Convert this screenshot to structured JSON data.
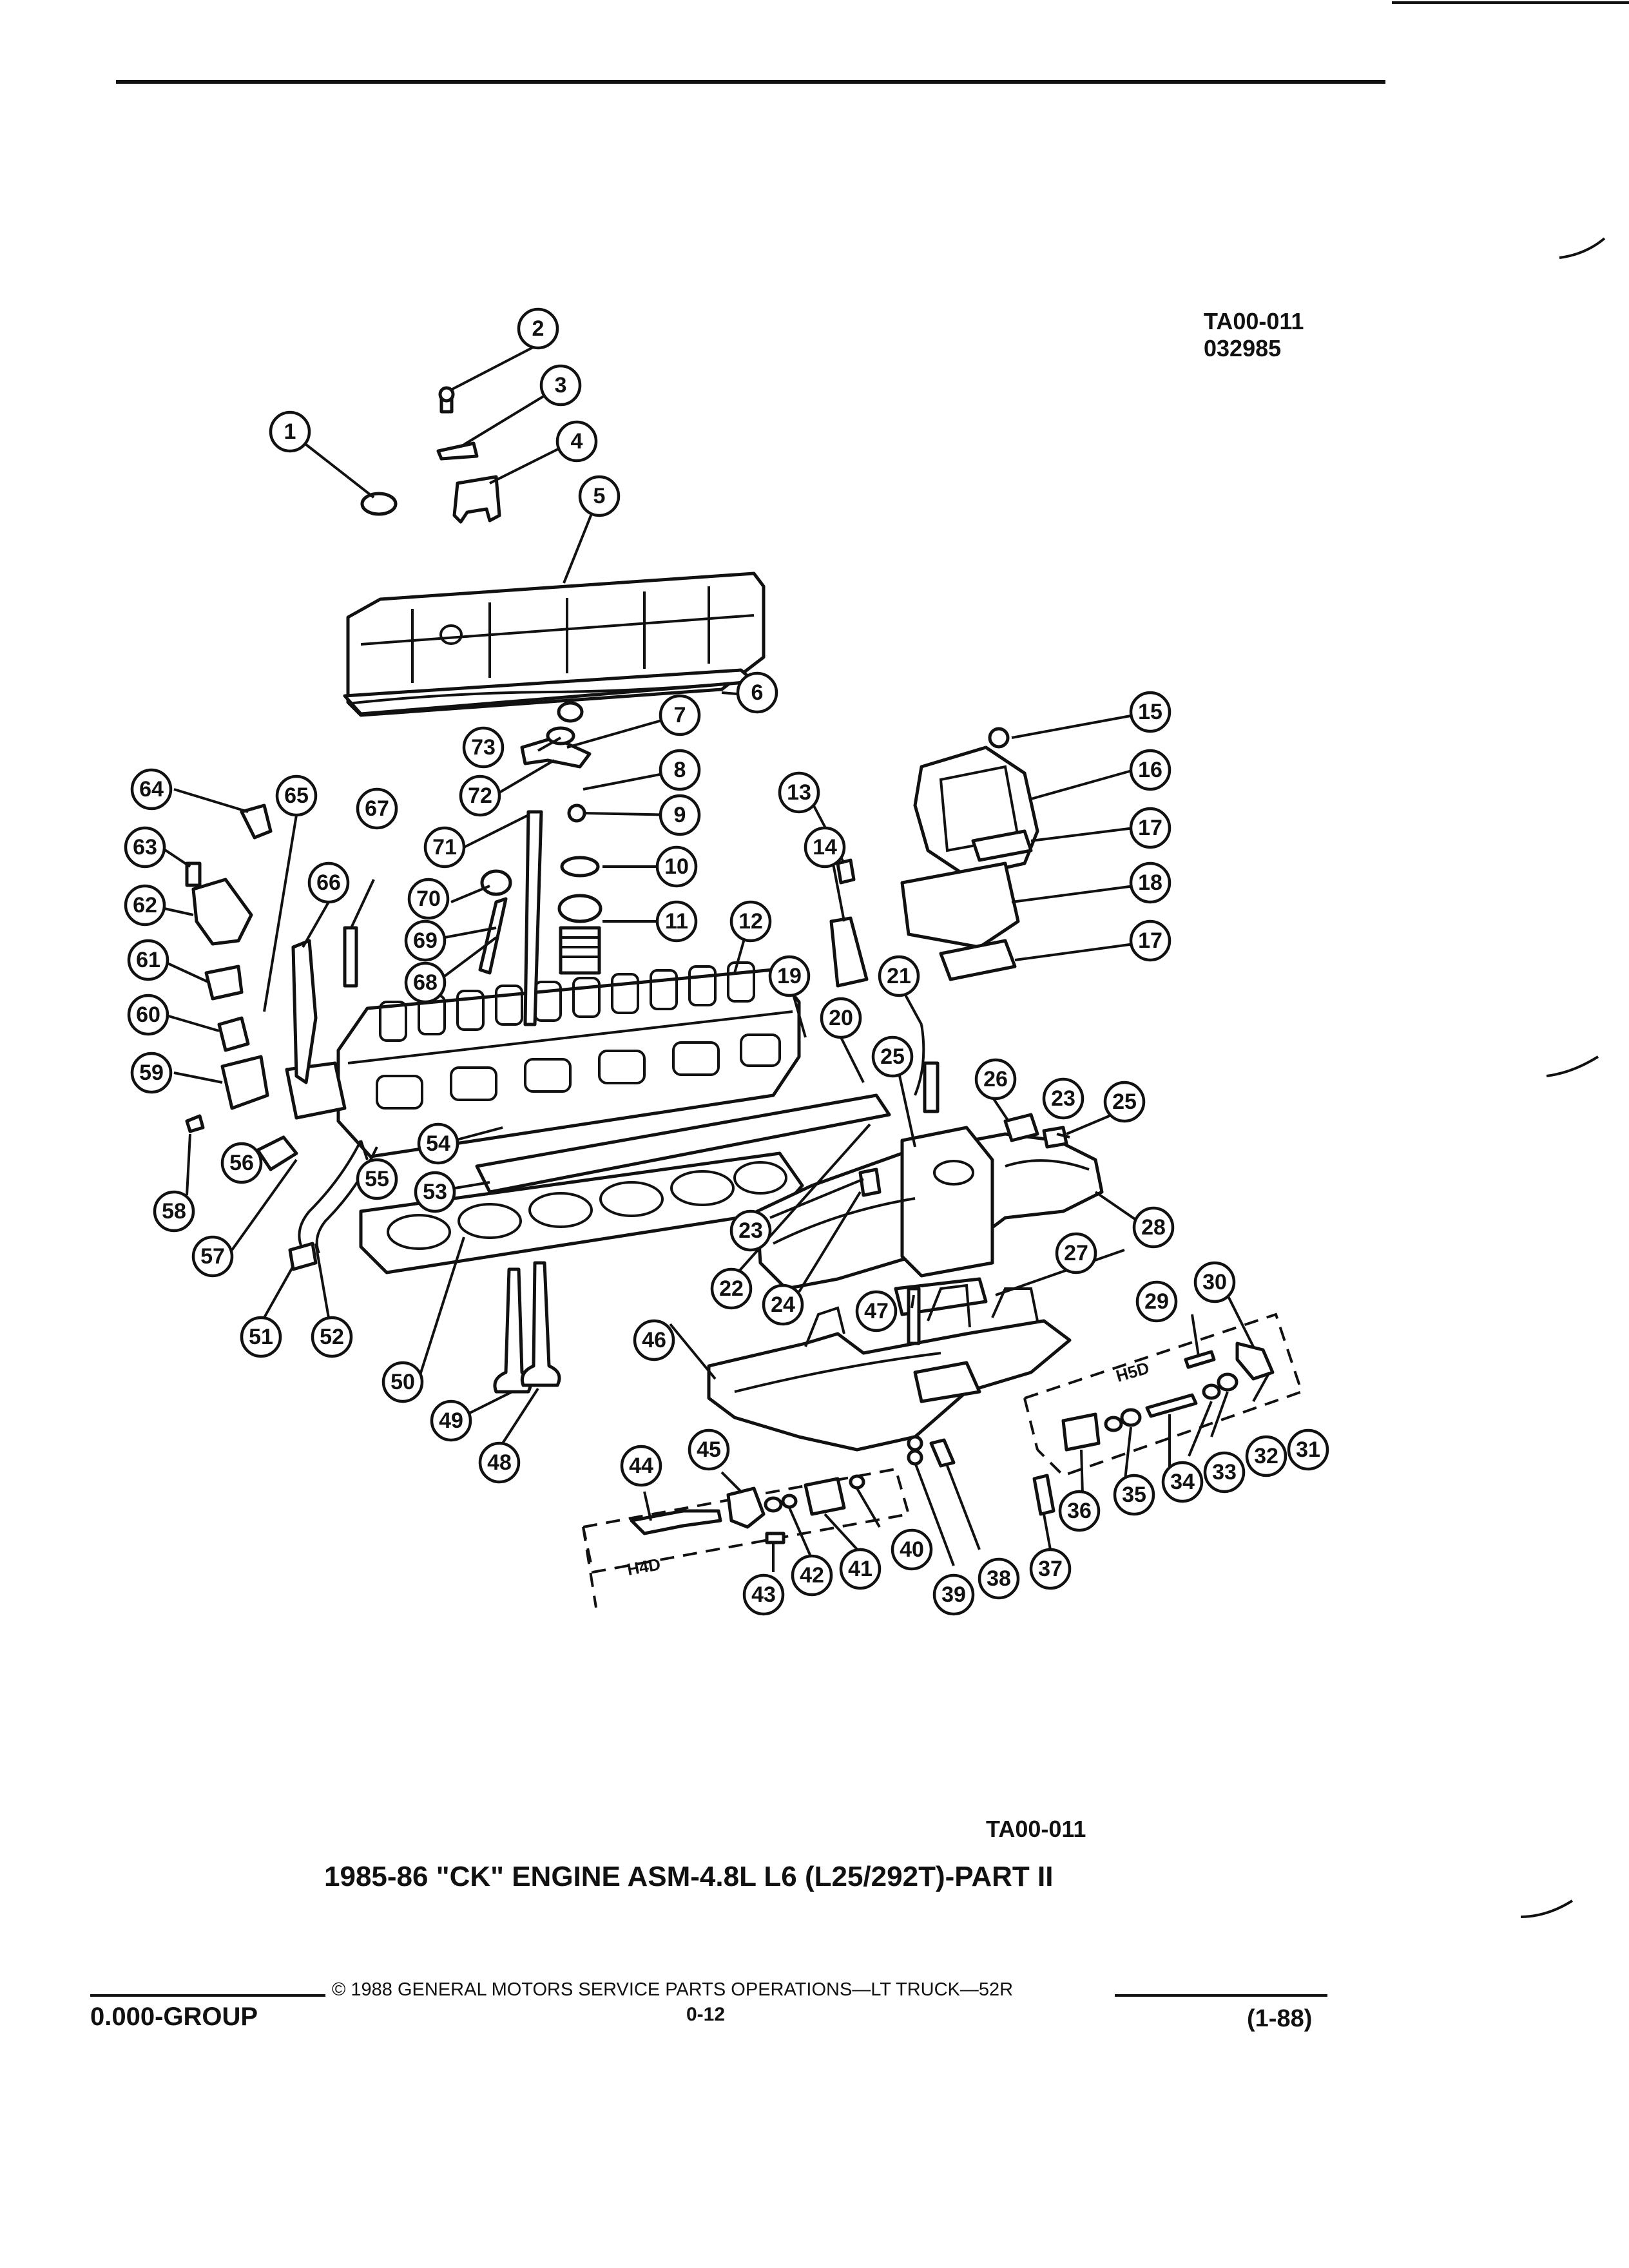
{
  "header": {
    "code": "TA00-011",
    "date_code": "032985"
  },
  "diagram": {
    "kit_labels": [
      "H5D",
      "H4D"
    ],
    "callouts": [
      "1",
      "2",
      "3",
      "4",
      "5",
      "6",
      "7",
      "8",
      "9",
      "10",
      "11",
      "12",
      "13",
      "14",
      "15",
      "16",
      "17",
      "17",
      "18",
      "19",
      "20",
      "21",
      "22",
      "23",
      "23",
      "24",
      "25",
      "25",
      "26",
      "27",
      "28",
      "29",
      "30",
      "31",
      "32",
      "33",
      "34",
      "35",
      "36",
      "37",
      "38",
      "39",
      "40",
      "41",
      "42",
      "43",
      "44",
      "45",
      "46",
      "47",
      "48",
      "49",
      "50",
      "51",
      "52",
      "53",
      "54",
      "55",
      "56",
      "57",
      "58",
      "59",
      "60",
      "61",
      "62",
      "63",
      "64",
      "65",
      "66",
      "67",
      "68",
      "69",
      "70",
      "71",
      "72",
      "73"
    ]
  },
  "caption": {
    "code": "TA00-011",
    "title": "1985-86 \"CK\" ENGINE ASM-4.8L L6 (L25/292T)-PART II"
  },
  "footer": {
    "group": "0.000-GROUP",
    "copyright": "© 1988 GENERAL MOTORS SERVICE PARTS OPERATIONS—LT TRUCK—52R",
    "page": "0-12",
    "revision": "(1-88)"
  }
}
